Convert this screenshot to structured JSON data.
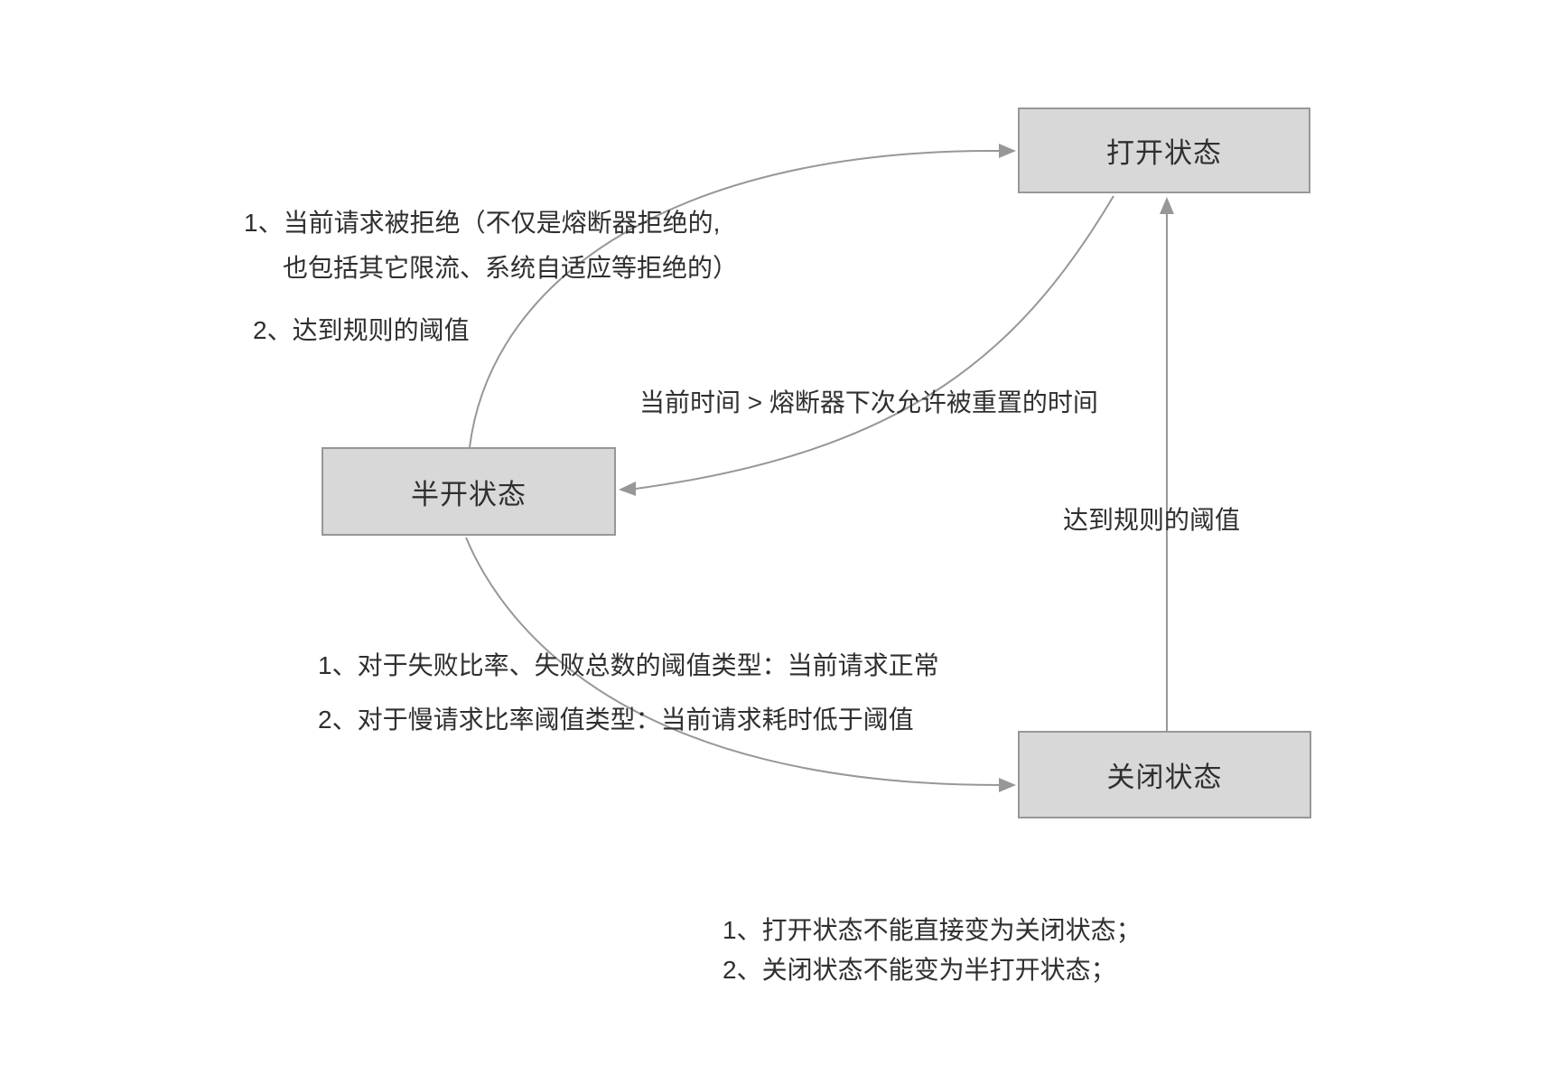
{
  "nodes": {
    "open": "打开状态",
    "half_open": "半开状态",
    "closed": "关闭状态"
  },
  "edge_labels": {
    "open_to_half_open": "当前时间 > 熔断器下次允许被重置的时间",
    "closed_to_open": "达到规则的阈值"
  },
  "notes": {
    "half_open_to_open_line1": "1、当前请求被拒绝（不仅是熔断器拒绝的,",
    "half_open_to_open_line2": "也包括其它限流、系统自适应等拒绝的）",
    "half_open_to_open_line3": "2、达到规则的阈值",
    "half_open_to_closed_line1": "1、对于失败比率、失败总数的阈值类型：当前请求正常",
    "half_open_to_closed_line2": "2、对于慢请求比率阈值类型：当前请求耗时低于阈值",
    "footer_line1": "1、打开状态不能直接变为关闭状态；",
    "footer_line2": "2、关闭状态不能变为半打开状态；"
  },
  "colors": {
    "node_fill": "#d8d8d8",
    "node_border": "#979797",
    "connector": "#979797",
    "text": "#2f2f2f",
    "background": "#ffffff"
  }
}
